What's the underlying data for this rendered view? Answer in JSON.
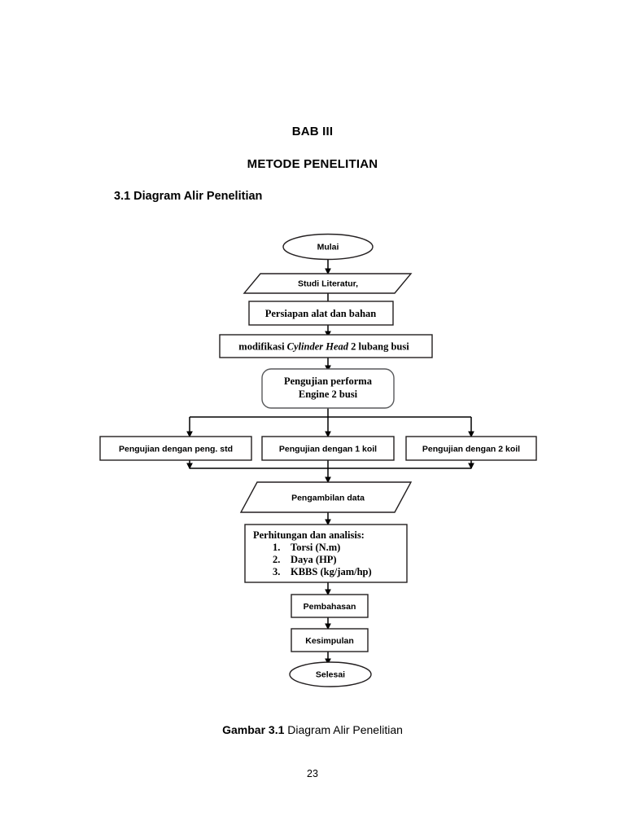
{
  "document": {
    "chapter_heading": "BAB III",
    "chapter_title": "METODE PENELITIAN",
    "section_heading": "3.1 Diagram Alir Penelitian",
    "caption_label": "Gambar 3.1",
    "caption_text": "Diagram Alir Penelitian",
    "page_number": "23"
  },
  "flowchart": {
    "nodes": {
      "start": {
        "label": "Mulai",
        "shape": "ellipse"
      },
      "literature": {
        "label": "Studi Literatur,",
        "shape": "parallelogram"
      },
      "preparation": {
        "label": "Persiapan alat dan bahan",
        "shape": "rectangle"
      },
      "modification": {
        "shape": "rectangle",
        "label": "modifikasi Cylinder Head 2 lubang busi",
        "part1": "modifikasi ",
        "part2_italic": "Cylinder Head",
        "part3": " 2 lubang busi"
      },
      "performance_test": {
        "shape": "rounded-rectangle",
        "line1": "Pengujian performa",
        "line2": "Engine 2 busi"
      },
      "branch_std": {
        "label": "Pengujian dengan peng. std",
        "shape": "rectangle"
      },
      "branch_1koil": {
        "label": "Pengujian dengan 1 koil",
        "shape": "rectangle"
      },
      "branch_2koil": {
        "label": "Pengujian dengan 2 koil",
        "shape": "rectangle"
      },
      "data_collection": {
        "label": "Pengambilan data",
        "shape": "parallelogram"
      },
      "analysis": {
        "shape": "rectangle",
        "title": "Perhitungan dan analisis:",
        "items": [
          {
            "number": "1.",
            "text": "Torsi (N.m)"
          },
          {
            "number": "2.",
            "text": "Daya (HP)"
          },
          {
            "number": "3.",
            "text": "KBBS (kg/jam/hp)"
          }
        ]
      },
      "discussion": {
        "label": "Pembahasan",
        "shape": "rectangle"
      },
      "conclusion": {
        "label": "Kesimpulan",
        "shape": "rectangle"
      },
      "end": {
        "label": "Selesai",
        "shape": "ellipse"
      }
    },
    "colors": {
      "stroke": "#231f20",
      "stroke_soft": "#58595b",
      "fill": "#ffffff",
      "text": "#000000"
    }
  }
}
